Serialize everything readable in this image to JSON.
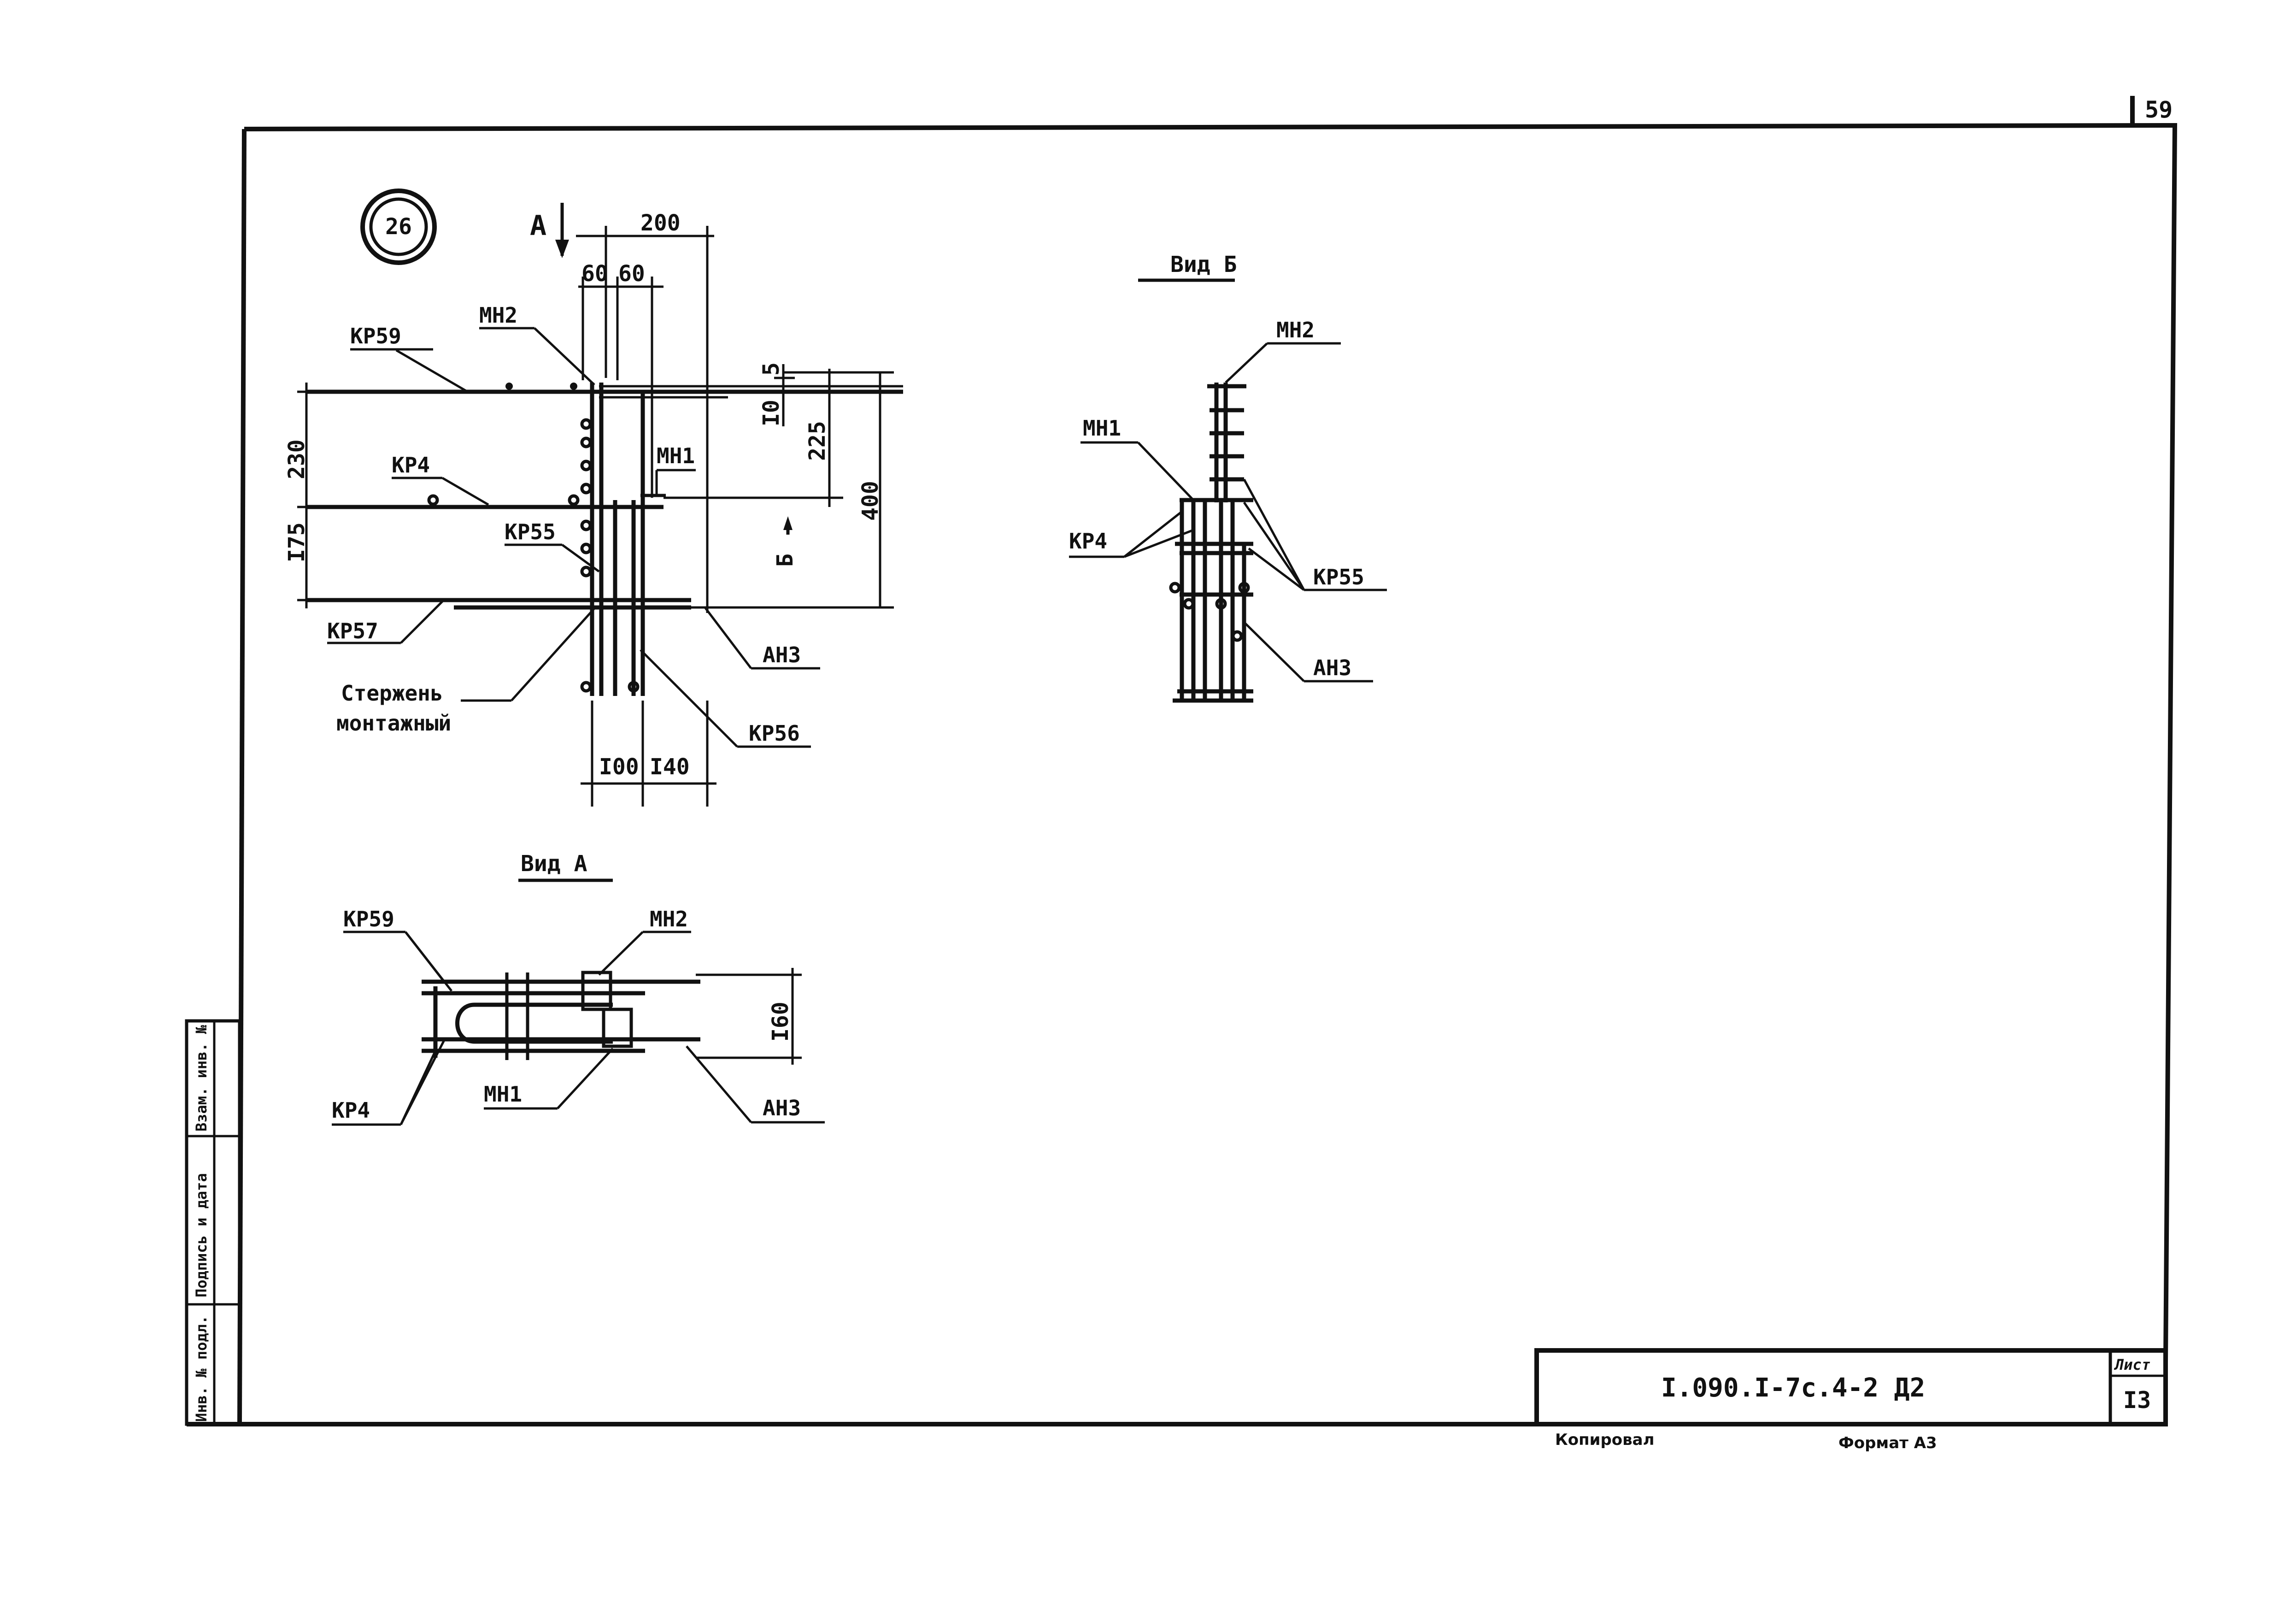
{
  "page_number": "59",
  "detail_number": "26",
  "section_arrow_a": "А",
  "section_arrow_b": "Б",
  "labels": {
    "kr59": "КР59",
    "mn2": "МН2",
    "kr4": "КР4",
    "mn1": "МН1",
    "kr55": "КР55",
    "kr57": "КР57",
    "an3": "АН3",
    "kr56": "КР56",
    "rod_line1": "Стержень",
    "rod_line2": "монтажный"
  },
  "dimensions": {
    "d200": "200",
    "d60a": "60",
    "d60b": "60",
    "d10": "I0",
    "d5": "5",
    "d225": "225",
    "d400": "400",
    "d230": "230",
    "d175": "I75",
    "d100": "I00",
    "d140": "I40",
    "d160": "I60"
  },
  "views": {
    "view_a": "Вид А",
    "view_b": "Вид Б"
  },
  "side_stamp": {
    "inv_podl": "Инв. № подл.",
    "podp_data": "Подпись и дата",
    "vzam_inv": "Взам. инв. №"
  },
  "title_block": {
    "doc_code": "I.090.I-7с.4-2 Д2",
    "sheet_label": "Лист",
    "sheet_number": "I3"
  },
  "footer": {
    "copied": "Копировал",
    "format": "Формат А3"
  }
}
